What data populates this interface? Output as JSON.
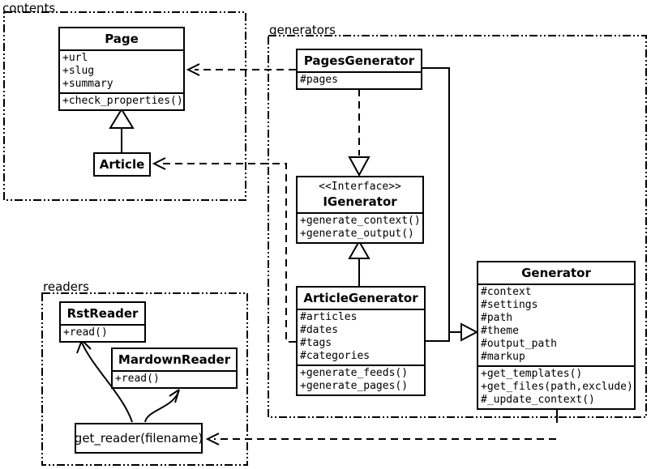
{
  "packages": {
    "contents": {
      "label": "contents"
    },
    "generators": {
      "label": "generators"
    },
    "readers": {
      "label": "readers"
    }
  },
  "classes": {
    "page": {
      "name": "Page",
      "attrs": [
        "+url",
        "+slug",
        "+summary"
      ],
      "methods": [
        "+check_properties()"
      ]
    },
    "article": {
      "name": "Article"
    },
    "pages_generator": {
      "name": "PagesGenerator",
      "attrs": [
        "#pages"
      ]
    },
    "igenerator": {
      "stereotype": "<<Interface>>",
      "name": "IGenerator",
      "methods": [
        "+generate_context()",
        "+generate_output()"
      ]
    },
    "article_generator": {
      "name": "ArticleGenerator",
      "attrs": [
        "#articles",
        "#dates",
        "#tags",
        "#categories"
      ],
      "methods": [
        "+generate_feeds()",
        "+generate_pages()"
      ]
    },
    "generator": {
      "name": "Generator",
      "attrs": [
        "#context",
        "#settings",
        "#path",
        "#theme",
        "#output_path",
        "#markup"
      ],
      "methods": [
        "+get_templates()",
        "+get_files(path,exclude)",
        "#_update_context()"
      ]
    },
    "rst_reader": {
      "name": "RstReader",
      "methods": [
        "+read()"
      ]
    },
    "mardown_reader": {
      "name": "MardownReader",
      "methods": [
        "+read()"
      ]
    },
    "get_reader": {
      "name": "get_reader(filename)"
    }
  },
  "relationships": [
    {
      "from": "Article",
      "to": "Page",
      "type": "inheritance"
    },
    {
      "from": "PagesGenerator",
      "to": "Page",
      "type": "dependency"
    },
    {
      "from": "ArticleGenerator",
      "to": "Article",
      "type": "dependency"
    },
    {
      "from": "PagesGenerator",
      "to": "IGenerator",
      "type": "realization"
    },
    {
      "from": "ArticleGenerator",
      "to": "IGenerator",
      "type": "inheritance"
    },
    {
      "from": "PagesGenerator",
      "to": "Generator",
      "type": "inheritance"
    },
    {
      "from": "ArticleGenerator",
      "to": "Generator",
      "type": "inheritance"
    },
    {
      "from": "Generator",
      "to": "get_reader(filename)",
      "type": "dependency"
    },
    {
      "from": "get_reader(filename)",
      "to": "RstReader",
      "type": "arrow"
    },
    {
      "from": "get_reader(filename)",
      "to": "MardownReader",
      "type": "arrow"
    }
  ],
  "colors": {
    "line": "#000000",
    "background": "#ffffff"
  }
}
